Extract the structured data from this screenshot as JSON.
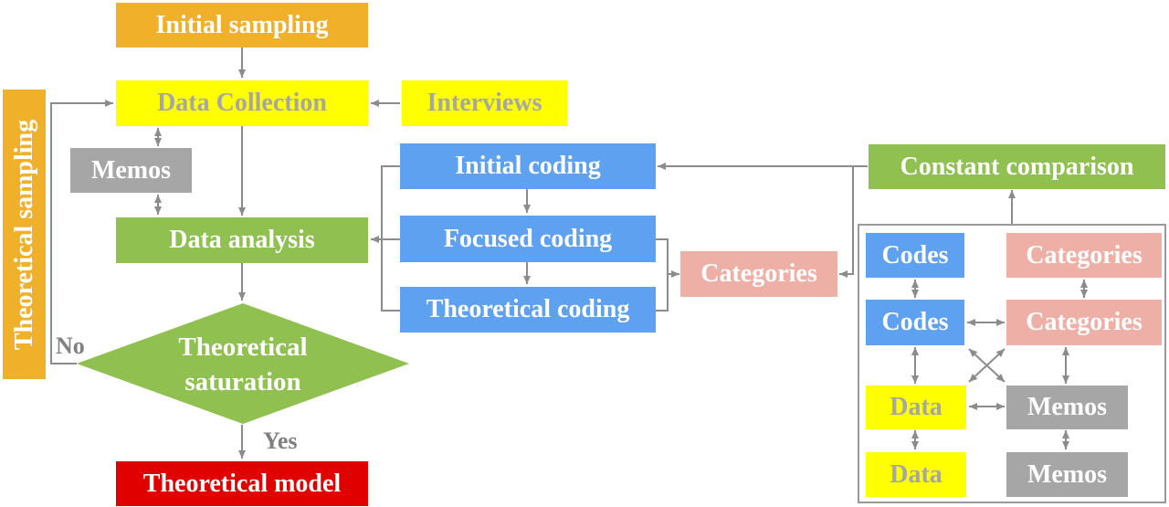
{
  "nodes": {
    "initial_sampling": "Initial sampling",
    "data_collection": "Data Collection",
    "interviews": "Interviews",
    "memos_left": "Memos",
    "data_analysis": "Data analysis",
    "theoretical_sampling": "Theoretical sampling",
    "saturation_line1": "Theoretical",
    "saturation_line2": "saturation",
    "no_label": "No",
    "yes_label": "Yes",
    "theoretical_model": "Theoretical model",
    "initial_coding": "Initial coding",
    "focused_coding": "Focused coding",
    "theoretical_coding": "Theoretical coding",
    "categories_mid": "Categories",
    "constant_comparison": "Constant comparison"
  },
  "comparison_grid": {
    "codes_top": "Codes",
    "categories_top": "Categories",
    "codes_mid": "Codes",
    "categories_mid": "Categories",
    "data_mid": "Data",
    "memos_mid": "Memos",
    "data_bottom": "Data",
    "memos_bottom": "Memos"
  },
  "colors": {
    "orange": "#f0b02a",
    "yellow": "#ffff00",
    "gray": "#a6a6a6",
    "green": "#8fc050",
    "blue": "#5ea1f0",
    "pink": "#eeb0a6",
    "red": "#e10000",
    "connector": "#8c8c8c"
  }
}
